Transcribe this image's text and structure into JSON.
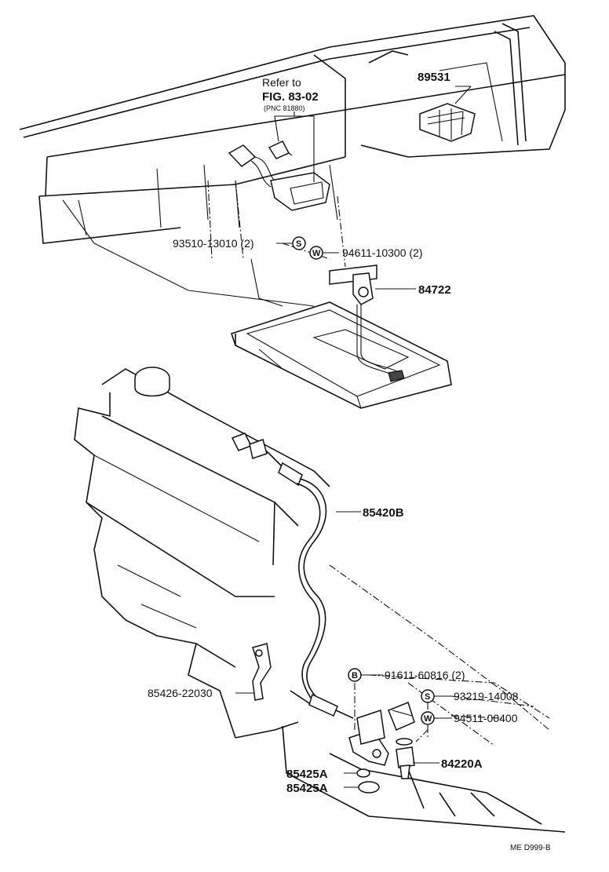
{
  "diagram": {
    "refer": {
      "line1": "Refer to",
      "line2": "FIG. 83-02",
      "line3": "(PNC 81880)"
    },
    "parts": {
      "p89531": "89531",
      "p93510": "93510-13010 (2)",
      "p94611": "94611-10300 (2)",
      "p84722": "84722",
      "p85420B": "85420B",
      "p91611": "91611-60816 (2)",
      "p93219": "93219-14008",
      "p94511": "94511-00400",
      "p85426": "85426-22030",
      "p84220A": "84220A",
      "p85425A_1": "85425A",
      "p85425A_2": "85425A"
    },
    "symbols": {
      "s": "S",
      "w": "W",
      "b": "B"
    },
    "footer_code": "ME D999-B"
  }
}
